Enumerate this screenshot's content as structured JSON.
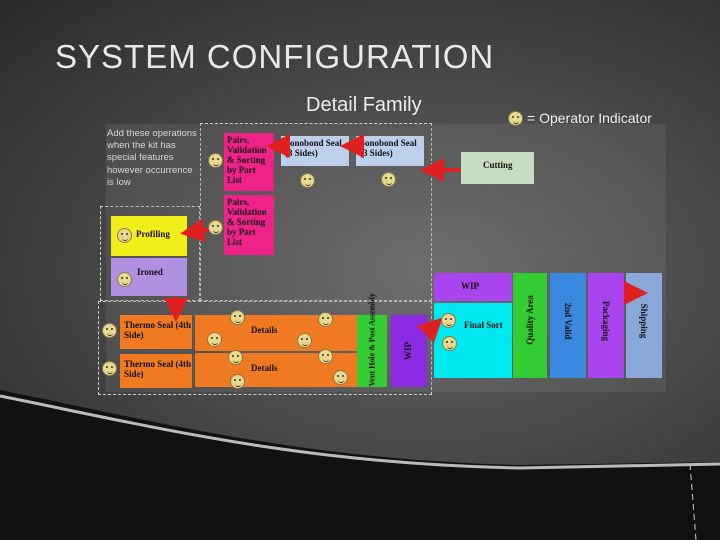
{
  "slide": {
    "title": "SYSTEM CONFIGURATION",
    "subtitle": "Detail Family",
    "legend_label": "= Operator Indicator",
    "note": "Add these operations when the kit has special features however occurrence is low"
  },
  "boxes": {
    "pairs_top": "Pairs, Validation & Sorting by Part List",
    "pairs_bottom": "Pairs, Validation & Sorting by Part List",
    "sonobond_1": "Sonobond Seal (3 Sides)",
    "sonobond_2": "Sonobond Seal (3 Sides)",
    "cutting": "Cutting",
    "profiling": "Profiling",
    "ironed": "Ironed",
    "thermo_1": "Thermo Seal (4th Side)",
    "thermo_2": "Thermo Seal (4th Side)",
    "details_1": "Details",
    "details_2": "Details",
    "vent_hole": "Vent Hole & Post Assembly",
    "wip_left": "WIP",
    "wip_top": "WIP",
    "final_sort": "Final Sort",
    "quality_area": "Quality Area",
    "valid_2nd": "2nd Valid",
    "packaging": "Packaging",
    "shipping": "Shipping"
  },
  "colors": {
    "pink": "#ee2288",
    "light_blue": "#bcd0ec",
    "green_light": "#c8dcc0",
    "yellow": "#f2ee1c",
    "lavender": "#b090e0",
    "orange": "#f07a22",
    "green": "#33cc33",
    "purple": "#8a2be2",
    "cyan": "#00e8f0",
    "blue": "#3a88e0",
    "violet": "#aa44ee",
    "steel": "#8aa8d8",
    "arrow_red": "#e02020"
  }
}
